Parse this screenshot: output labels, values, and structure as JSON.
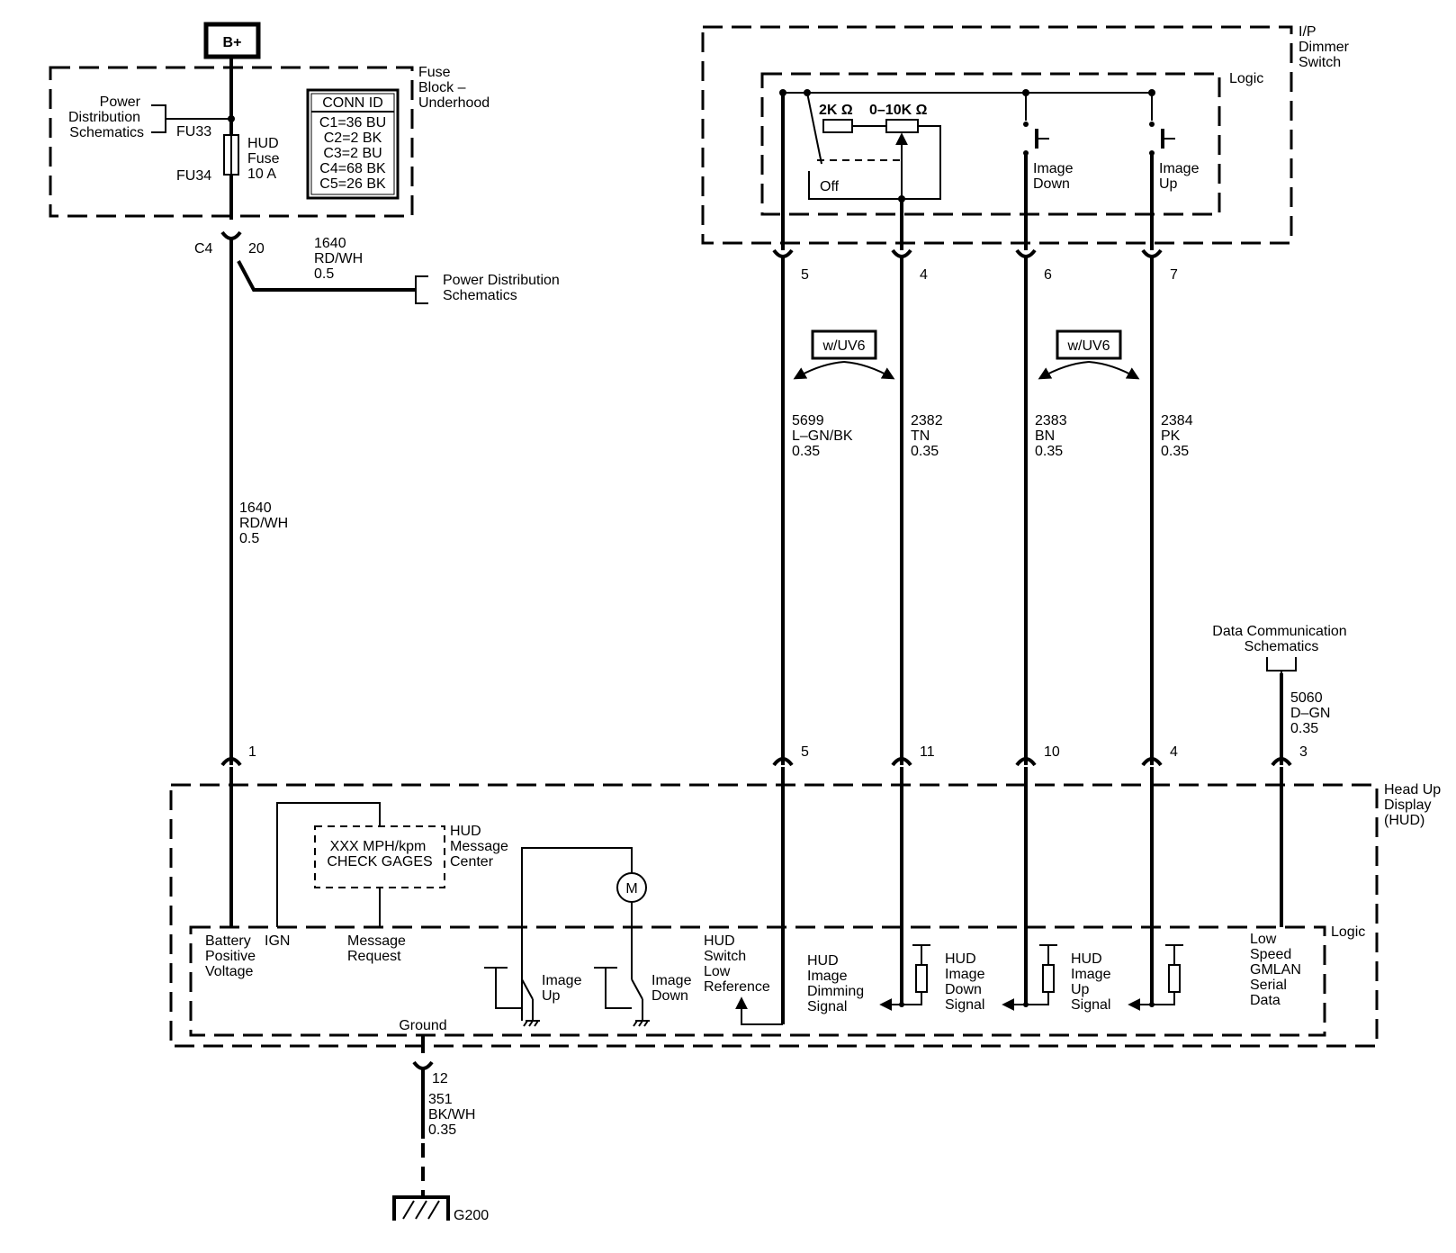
{
  "battery": {
    "label": "B+"
  },
  "fuse_block": {
    "title": [
      "Fuse",
      "Block –",
      "Underhood"
    ],
    "power_dist": [
      "Power",
      "Distribution",
      "Schematics"
    ],
    "fu33": "FU33",
    "fu34": "FU34",
    "fuse": [
      "HUD",
      "Fuse",
      "10 A"
    ],
    "conn_id": {
      "header": "CONN ID",
      "rows": [
        "C1=36 BU",
        "C2=2 BK",
        "C3=2 BU",
        "C4=68 BK",
        "C5=26 BK"
      ]
    }
  },
  "splice": {
    "connector": "C4",
    "pin": "20",
    "wire": [
      "1640",
      "RD/WH",
      "0.5"
    ],
    "branch_label": [
      "Power Distribution",
      "Schematics"
    ]
  },
  "battery_wire": {
    "wire": [
      "1640",
      "RD/WH",
      "0.5"
    ]
  },
  "dimmer_switch": {
    "title": [
      "I/P",
      "Dimmer",
      "Switch"
    ],
    "logic": "Logic",
    "res_2k": "2K Ω",
    "res_var": "0–10K Ω",
    "off": "Off",
    "image_down": [
      "Image",
      "Down"
    ],
    "image_up": [
      "Image",
      "Up"
    ],
    "pins": [
      "5",
      "4",
      "6",
      "7"
    ]
  },
  "options": {
    "left": "w/UV6",
    "right": "w/UV6"
  },
  "wires": {
    "w5699": [
      "5699",
      "L–GN/BK",
      "0.35"
    ],
    "w2382": [
      "2382",
      "TN",
      "0.35"
    ],
    "w2383": [
      "2383",
      "BN",
      "0.35"
    ],
    "w2384": [
      "2384",
      "PK",
      "0.35"
    ],
    "w5060": [
      "5060",
      "D–GN",
      "0.35"
    ]
  },
  "data_comm": [
    "Data Communication",
    "Schematics"
  ],
  "hud": {
    "title": [
      "Head Up",
      "Display",
      "(HUD)"
    ],
    "logic": "Logic",
    "pins": [
      "1",
      "5",
      "11",
      "10",
      "4",
      "3"
    ],
    "message_center_text": [
      "XXX MPH/kpm",
      "CHECK GAGES"
    ],
    "message_center_label": [
      "HUD",
      "Message",
      "Center"
    ],
    "battery_voltage": [
      "Battery",
      "Positive",
      "Voltage"
    ],
    "ign": "IGN",
    "message_request": [
      "Message",
      "Request"
    ],
    "image_up": [
      "Image",
      "Up"
    ],
    "image_down": [
      "Image",
      "Down"
    ],
    "motor": "M",
    "low_ref": [
      "HUD",
      "Switch",
      "Low",
      "Reference"
    ],
    "dimming": [
      "HUD",
      "Image",
      "Dimming",
      "Signal"
    ],
    "down_signal": [
      "HUD",
      "Image",
      "Down",
      "Signal"
    ],
    "up_signal": [
      "HUD",
      "Image",
      "Up",
      "Signal"
    ],
    "gmlan": [
      "Low",
      "Speed",
      "GMLAN",
      "Serial",
      "Data"
    ],
    "ground": "Ground"
  },
  "ground_wire": {
    "pin": "12",
    "wire": [
      "351",
      "BK/WH",
      "0.35"
    ],
    "ground": "G200"
  }
}
